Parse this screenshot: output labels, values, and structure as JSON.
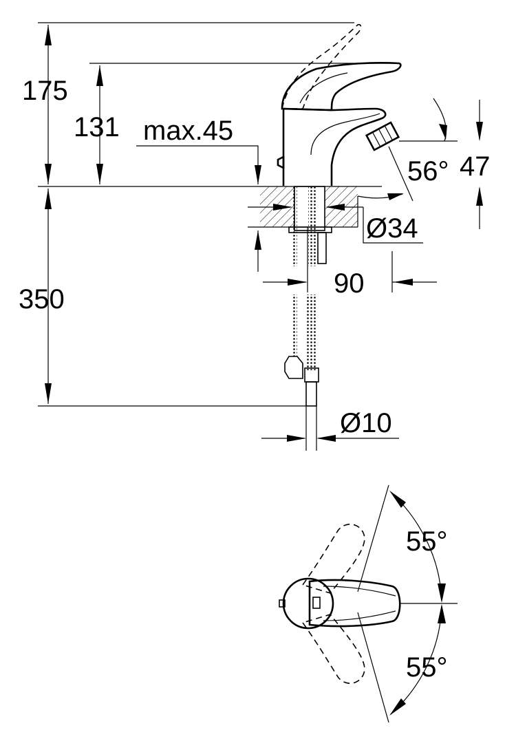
{
  "dimensions": {
    "height_lever_raised": "175",
    "height_spout": "131",
    "max_deck_thickness": "max.45",
    "spray_angle": "56°",
    "spray_height": "47",
    "mounting_hole": "Ø34",
    "projection": "90",
    "hose_length": "350",
    "connection_diameter": "Ø10",
    "lever_rotation_left": "55°",
    "lever_rotation_right": "55°"
  },
  "colors": {
    "line": "#000000",
    "background": "#ffffff"
  }
}
